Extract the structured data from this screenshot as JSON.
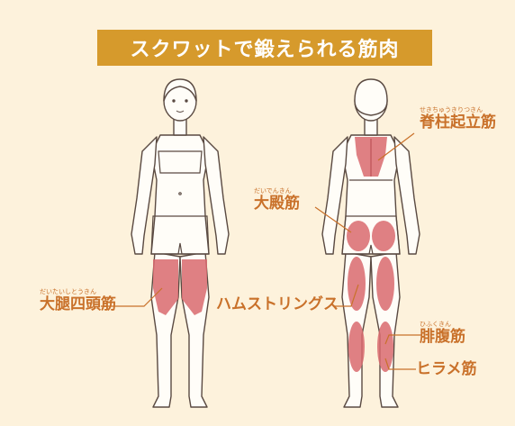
{
  "title": "スクワットで鍛えられる筋肉",
  "colors": {
    "background": "#fdf2dc",
    "banner": "#d69a2c",
    "label": "#c9712a",
    "muscle": "#d96a6f",
    "outline": "#5a4a42"
  },
  "labels": {
    "spinal_erectors": {
      "ruby": "せきちゅうきりつきん",
      "text": "脊柱起立筋"
    },
    "gluteus_maximus": {
      "ruby": "だいでんきん",
      "text": "大殿筋"
    },
    "quadriceps": {
      "ruby": "だいたいしとうきん",
      "text": "大腿四頭筋"
    },
    "hamstrings": {
      "ruby": "",
      "text": "ハムストリングス"
    },
    "gastrocnemius": {
      "ruby": "ひふくきん",
      "text": "腓腹筋"
    },
    "soleus": {
      "ruby": "",
      "text": "ヒラメ筋"
    }
  }
}
